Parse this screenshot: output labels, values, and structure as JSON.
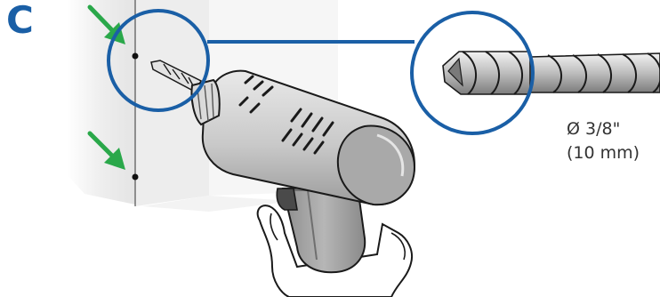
{
  "step": {
    "label": "C"
  },
  "bit_spec": {
    "diameter": "Ø 3/8\"",
    "metric": "(10 mm)"
  },
  "colors": {
    "callout_blue": "#1a5fa6",
    "arrow_green": "#2aa84a",
    "drill_body": "#cfcfcf",
    "outline": "#1a1a1a"
  },
  "icons": {
    "arrow_marker": "down-right-arrow",
    "drill_bit": "twist-drill-bit"
  }
}
